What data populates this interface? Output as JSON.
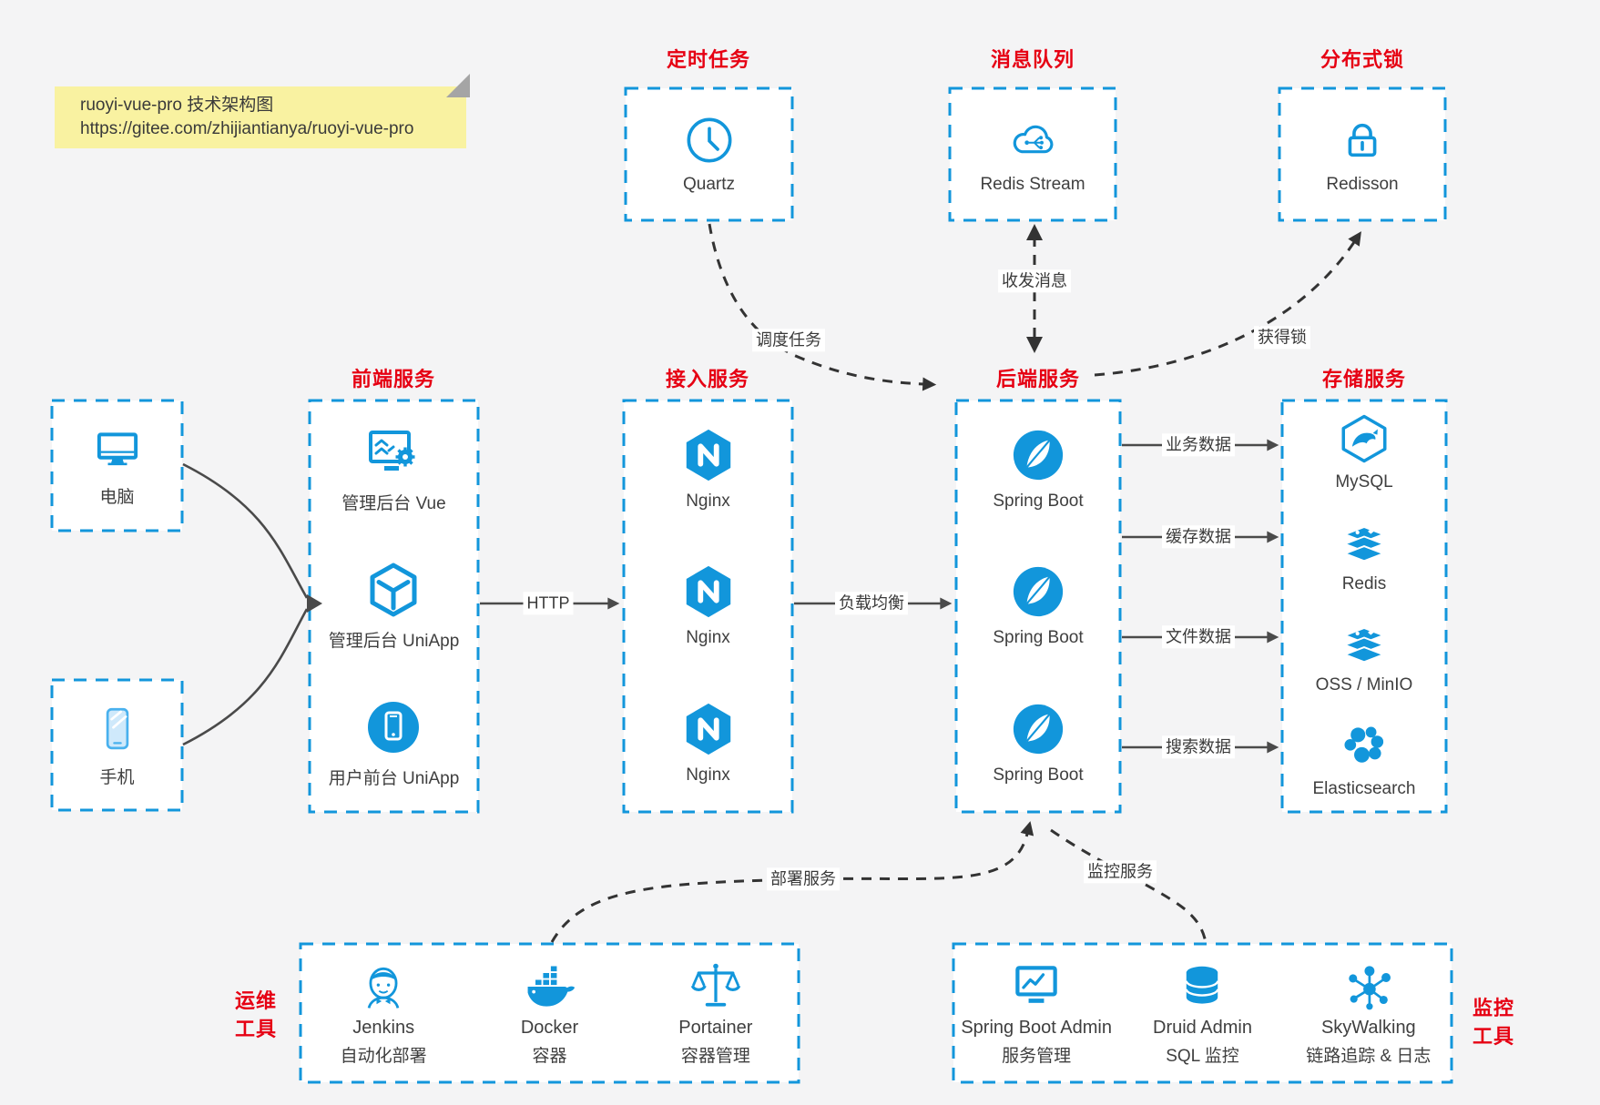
{
  "note": {
    "line1": "ruoyi-vue-pro 技术架构图",
    "line2": "https://gitee.com/zhijiantianya/ruoyi-vue-pro"
  },
  "top_groups": [
    {
      "title": "定时任务",
      "node": {
        "label": "Quartz",
        "icon": "clock-icon"
      }
    },
    {
      "title": "消息队列",
      "node": {
        "label": "Redis Stream",
        "icon": "cloud-network-icon"
      }
    },
    {
      "title": "分布式锁",
      "node": {
        "label": "Redisson",
        "icon": "lock-icon"
      }
    }
  ],
  "clients": [
    {
      "label": "电脑",
      "icon": "desktop-icon"
    },
    {
      "label": "手机",
      "icon": "phone-icon"
    }
  ],
  "columns": [
    {
      "title": "前端服务",
      "nodes": [
        {
          "label": "管理后台 Vue",
          "icon": "admin-vue-icon"
        },
        {
          "label": "管理后台 UniApp",
          "icon": "uniapp-cube-icon"
        },
        {
          "label": "用户前台 UniApp",
          "icon": "user-app-icon"
        }
      ]
    },
    {
      "title": "接入服务",
      "nodes": [
        {
          "label": "Nginx",
          "icon": "nginx-icon"
        },
        {
          "label": "Nginx",
          "icon": "nginx-icon"
        },
        {
          "label": "Nginx",
          "icon": "nginx-icon"
        }
      ]
    },
    {
      "title": "后端服务",
      "nodes": [
        {
          "label": "Spring Boot",
          "icon": "spring-boot-icon"
        },
        {
          "label": "Spring Boot",
          "icon": "spring-boot-icon"
        },
        {
          "label": "Spring Boot",
          "icon": "spring-boot-icon"
        }
      ]
    },
    {
      "title": "存储服务",
      "nodes": [
        {
          "label": "MySQL",
          "icon": "mysql-icon"
        },
        {
          "label": "Redis",
          "icon": "redis-stack-icon"
        },
        {
          "label": "OSS / MinIO",
          "icon": "oss-minio-icon"
        },
        {
          "label": "Elasticsearch",
          "icon": "elasticsearch-icon"
        }
      ]
    }
  ],
  "bottom_groups": [
    {
      "title_line1": "运维",
      "title_line2": "工具",
      "nodes": [
        {
          "name": "Jenkins",
          "desc": "自动化部署",
          "icon": "jenkins-icon"
        },
        {
          "name": "Docker",
          "desc": "容器",
          "icon": "docker-icon"
        },
        {
          "name": "Portainer",
          "desc": "容器管理",
          "icon": "portainer-icon"
        }
      ]
    },
    {
      "title_line1": "监控",
      "title_line2": "工具",
      "nodes": [
        {
          "name": "Spring Boot Admin",
          "desc": "服务管理",
          "icon": "spring-boot-admin-icon"
        },
        {
          "name": "Druid Admin",
          "desc": "SQL 监控",
          "icon": "druid-icon"
        },
        {
          "name": "SkyWalking",
          "desc": "链路追踪 & 日志",
          "icon": "skywalking-icon"
        }
      ]
    }
  ],
  "edge_labels": {
    "http": "HTTP",
    "load_balance": "负载均衡",
    "business_data": "业务数据",
    "cache_data": "缓存数据",
    "file_data": "文件数据",
    "search_data": "搜索数据",
    "schedule_task": "调度任务",
    "send_receive_message": "收发消息",
    "acquire_lock": "获得锁",
    "deploy_service": "部署服务",
    "monitor_service": "监控服务"
  },
  "colors": {
    "accent_blue": "#1296db",
    "title_red": "#e60013",
    "arrow_dark": "#333333",
    "note_bg": "#f9f2a1",
    "canvas_bg": "#f4f4f5"
  }
}
